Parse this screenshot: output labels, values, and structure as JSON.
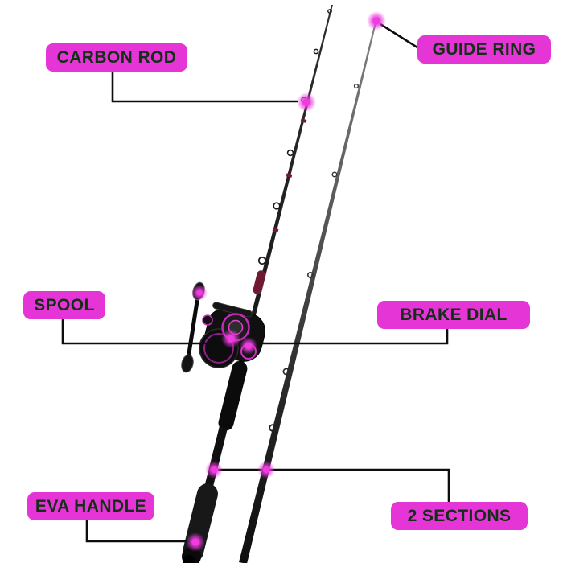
{
  "labels": {
    "carbon_rod": "CARBON ROD",
    "guide_ring": "GUIDE RING",
    "spool": "SPOOL",
    "brake_dial": "BRAKE DIAL",
    "eva_handle": "EVA HANDLE",
    "sections": "2 SECTIONS"
  },
  "colors": {
    "background": "#ffffff",
    "label_background": "#e535d6",
    "label_text": "#113016",
    "callout_line": "#0d0d0d",
    "marker_glow": "#ef3bdf",
    "reel_accent": "#d02fc5",
    "rod_dark": "#161616",
    "thread_wrap_red": "#7d1530"
  }
}
